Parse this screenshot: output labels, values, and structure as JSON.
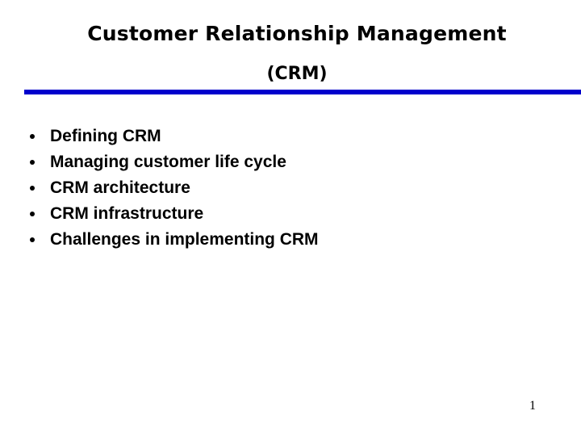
{
  "slide": {
    "title": "Customer Relationship Management",
    "subtitle": "(CRM)",
    "page_number": "1",
    "rule_color": "#0000CC",
    "text_color": "#000000",
    "background_color": "#FFFFFF",
    "bullets": [
      {
        "marker": "bullet-dot-icon",
        "text": "Defining CRM"
      },
      {
        "marker": "bullet-dot-icon",
        "text": "Managing customer life cycle"
      },
      {
        "marker": "bullet-dot-icon",
        "text": "CRM architecture"
      },
      {
        "marker": "bullet-dot-icon",
        "text": "CRM infrastructure"
      },
      {
        "marker": "bullet-dot-icon",
        "text": "Challenges in implementing CRM"
      }
    ]
  }
}
